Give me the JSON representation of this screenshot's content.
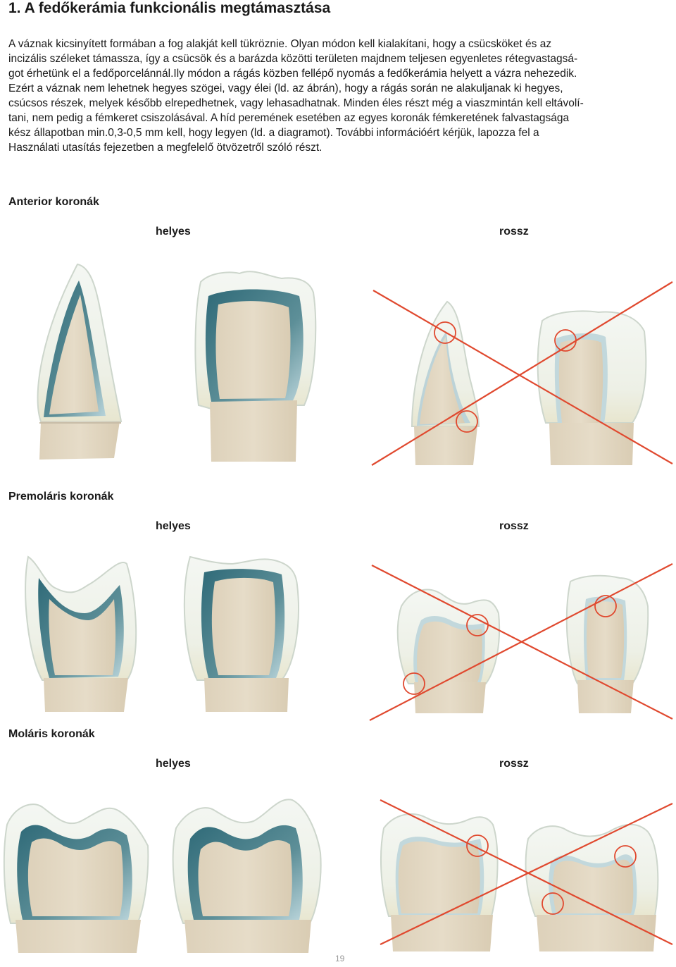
{
  "title": "1. A fedőkerámia funkcionális megtámasztása",
  "paragraph": [
    "A váznak kicsinyített formában a fog alakját kell tükröznie. Olyan módon kell kialakítani, hogy a csücsköket és az",
    "incizális széleket támassza, így a csücsök és a barázda közötti területen majdnem teljesen egyenletes rétegvastagsá-",
    "got érhetünk el a fedőporcelánnál.Ily módon a rágás közben fellépő nyomás a fedőkerámia helyett a vázra nehezedik.",
    "Ezért a váznak nem lehetnek hegyes szögei, vagy élei (ld. az ábrán), hogy a rágás során ne alakuljanak ki hegyes,",
    "csúcsos részek, melyek később elrepedhetnek, vagy lehasadhatnak. Minden éles részt még a viaszmintán kell eltávolí-",
    "tani, nem pedig a fémkeret csiszolásával. A híd peremének esetében az egyes koronák fémkeretének falvastagsága",
    "kész állapotban min.0,3-0,5 mm kell, hogy legyen (ld. a diagramot). További információért kérjük, lapozza fel a",
    "Használati utasítás fejezetben a megfelelő ötvözetről szóló részt."
  ],
  "sections": [
    {
      "heading": "Anterior koronák",
      "correct": "helyes",
      "wrong": "rossz"
    },
    {
      "heading": "Premoláris koronák",
      "correct": "helyes",
      "wrong": "rossz"
    },
    {
      "heading": "Moláris koronák",
      "correct": "helyes",
      "wrong": "rossz"
    }
  ],
  "page_number": "19",
  "colors": {
    "stump": "#e3d8c3",
    "metal": "#3f7682",
    "porcelain": "#eef2ea",
    "porcelain_edge": "#cbd6cc",
    "error_mark": "#e0492f"
  }
}
